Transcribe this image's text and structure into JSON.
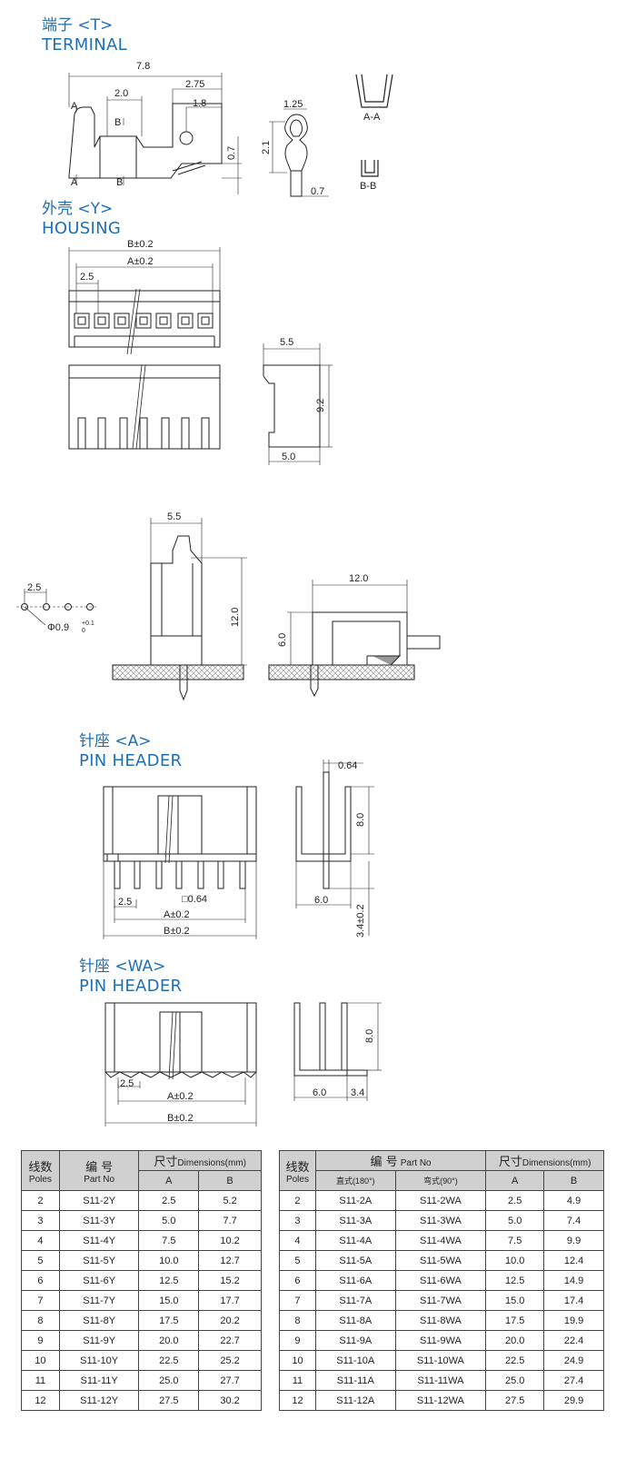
{
  "sections": {
    "terminal": {
      "cn": "端子 <T>",
      "en": "TERMINAL"
    },
    "housing": {
      "cn": "外壳 <Y>",
      "en": "HOUSING"
    },
    "pin_header_a": {
      "cn": "针座 <A>",
      "en": "PIN HEADER"
    },
    "pin_header_wa": {
      "cn": "针座 <WA>",
      "en": "PIN HEADER"
    }
  },
  "dims": {
    "t_len": "7.8",
    "t_20": "2.0",
    "t_275": "2.75",
    "t_18": "1.8",
    "t_07": "0.7",
    "t_A1": "A",
    "t_B1": "B",
    "t_A2": "A",
    "t_B2": "B",
    "s_125": "1.25",
    "s_21": "2.1",
    "s_07": "0.7",
    "sec_aa": "A-A",
    "sec_bb": "B-B",
    "h_B": "B±0.2",
    "h_A": "A±0.2",
    "h_25": "2.5",
    "h_55": "5.5",
    "h_92": "9.2",
    "h_50": "5.0",
    "pcb_25": "2.5",
    "pcb_hole": "Φ0.9",
    "m_55": "5.5",
    "m_120": "12.0",
    "m_120b": "12.0",
    "m_60": "6.0",
    "a_064": "0.64",
    "a_80": "8.0",
    "a_25": "2.5",
    "a_sq": "□0.64",
    "a_A": "A±0.2",
    "a_B": "B±0.2",
    "a_60": "6.0",
    "a_34": "3.4±0.2",
    "w_25": "2.5",
    "w_A": "A±0.2",
    "w_B": "B±0.2",
    "w_80": "8.0",
    "w_60": "6.0",
    "w_34": "3.4"
  },
  "table_left": {
    "h_poles_cn": "线数",
    "h_poles_en": "Poles",
    "h_part_cn": "编 号",
    "h_part_en": "Part No",
    "h_dim_cn": "尺寸",
    "h_dim_en": "Dimensions(mm)",
    "h_a": "A",
    "h_b": "B",
    "rows": [
      [
        "2",
        "S11-2Y",
        "2.5",
        "5.2"
      ],
      [
        "3",
        "S11-3Y",
        "5.0",
        "7.7"
      ],
      [
        "4",
        "S11-4Y",
        "7.5",
        "10.2"
      ],
      [
        "5",
        "S11-5Y",
        "10.0",
        "12.7"
      ],
      [
        "6",
        "S11-6Y",
        "12.5",
        "15.2"
      ],
      [
        "7",
        "S11-7Y",
        "15.0",
        "17.7"
      ],
      [
        "8",
        "S11-8Y",
        "17.5",
        "20.2"
      ],
      [
        "9",
        "S11-9Y",
        "20.0",
        "22.7"
      ],
      [
        "10",
        "S11-10Y",
        "22.5",
        "25.2"
      ],
      [
        "11",
        "S11-11Y",
        "25.0",
        "27.7"
      ],
      [
        "12",
        "S11-12Y",
        "27.5",
        "30.2"
      ]
    ]
  },
  "table_right": {
    "h_poles_cn": "线数",
    "h_poles_en": "Poles",
    "h_part_cn": "编 号",
    "h_part_en": "Part No",
    "h_dim_cn": "尺寸",
    "h_dim_en": "Dimensions(mm)",
    "h_straight": "直式(180°)",
    "h_angle": "弯式(90°)",
    "h_a": "A",
    "h_b": "B",
    "rows": [
      [
        "2",
        "S11-2A",
        "S11-2WA",
        "2.5",
        "4.9"
      ],
      [
        "3",
        "S11-3A",
        "S11-3WA",
        "5.0",
        "7.4"
      ],
      [
        "4",
        "S11-4A",
        "S11-4WA",
        "7.5",
        "9.9"
      ],
      [
        "5",
        "S11-5A",
        "S11-5WA",
        "10.0",
        "12.4"
      ],
      [
        "6",
        "S11-6A",
        "S11-6WA",
        "12.5",
        "14.9"
      ],
      [
        "7",
        "S11-7A",
        "S11-7WA",
        "15.0",
        "17.4"
      ],
      [
        "8",
        "S11-8A",
        "S11-8WA",
        "17.5",
        "19.9"
      ],
      [
        "9",
        "S11-9A",
        "S11-9WA",
        "20.0",
        "22.4"
      ],
      [
        "10",
        "S11-10A",
        "S11-10WA",
        "22.5",
        "24.9"
      ],
      [
        "11",
        "S11-11A",
        "S11-11WA",
        "25.0",
        "27.4"
      ],
      [
        "12",
        "S11-12A",
        "S11-12WA",
        "27.5",
        "29.9"
      ]
    ]
  }
}
